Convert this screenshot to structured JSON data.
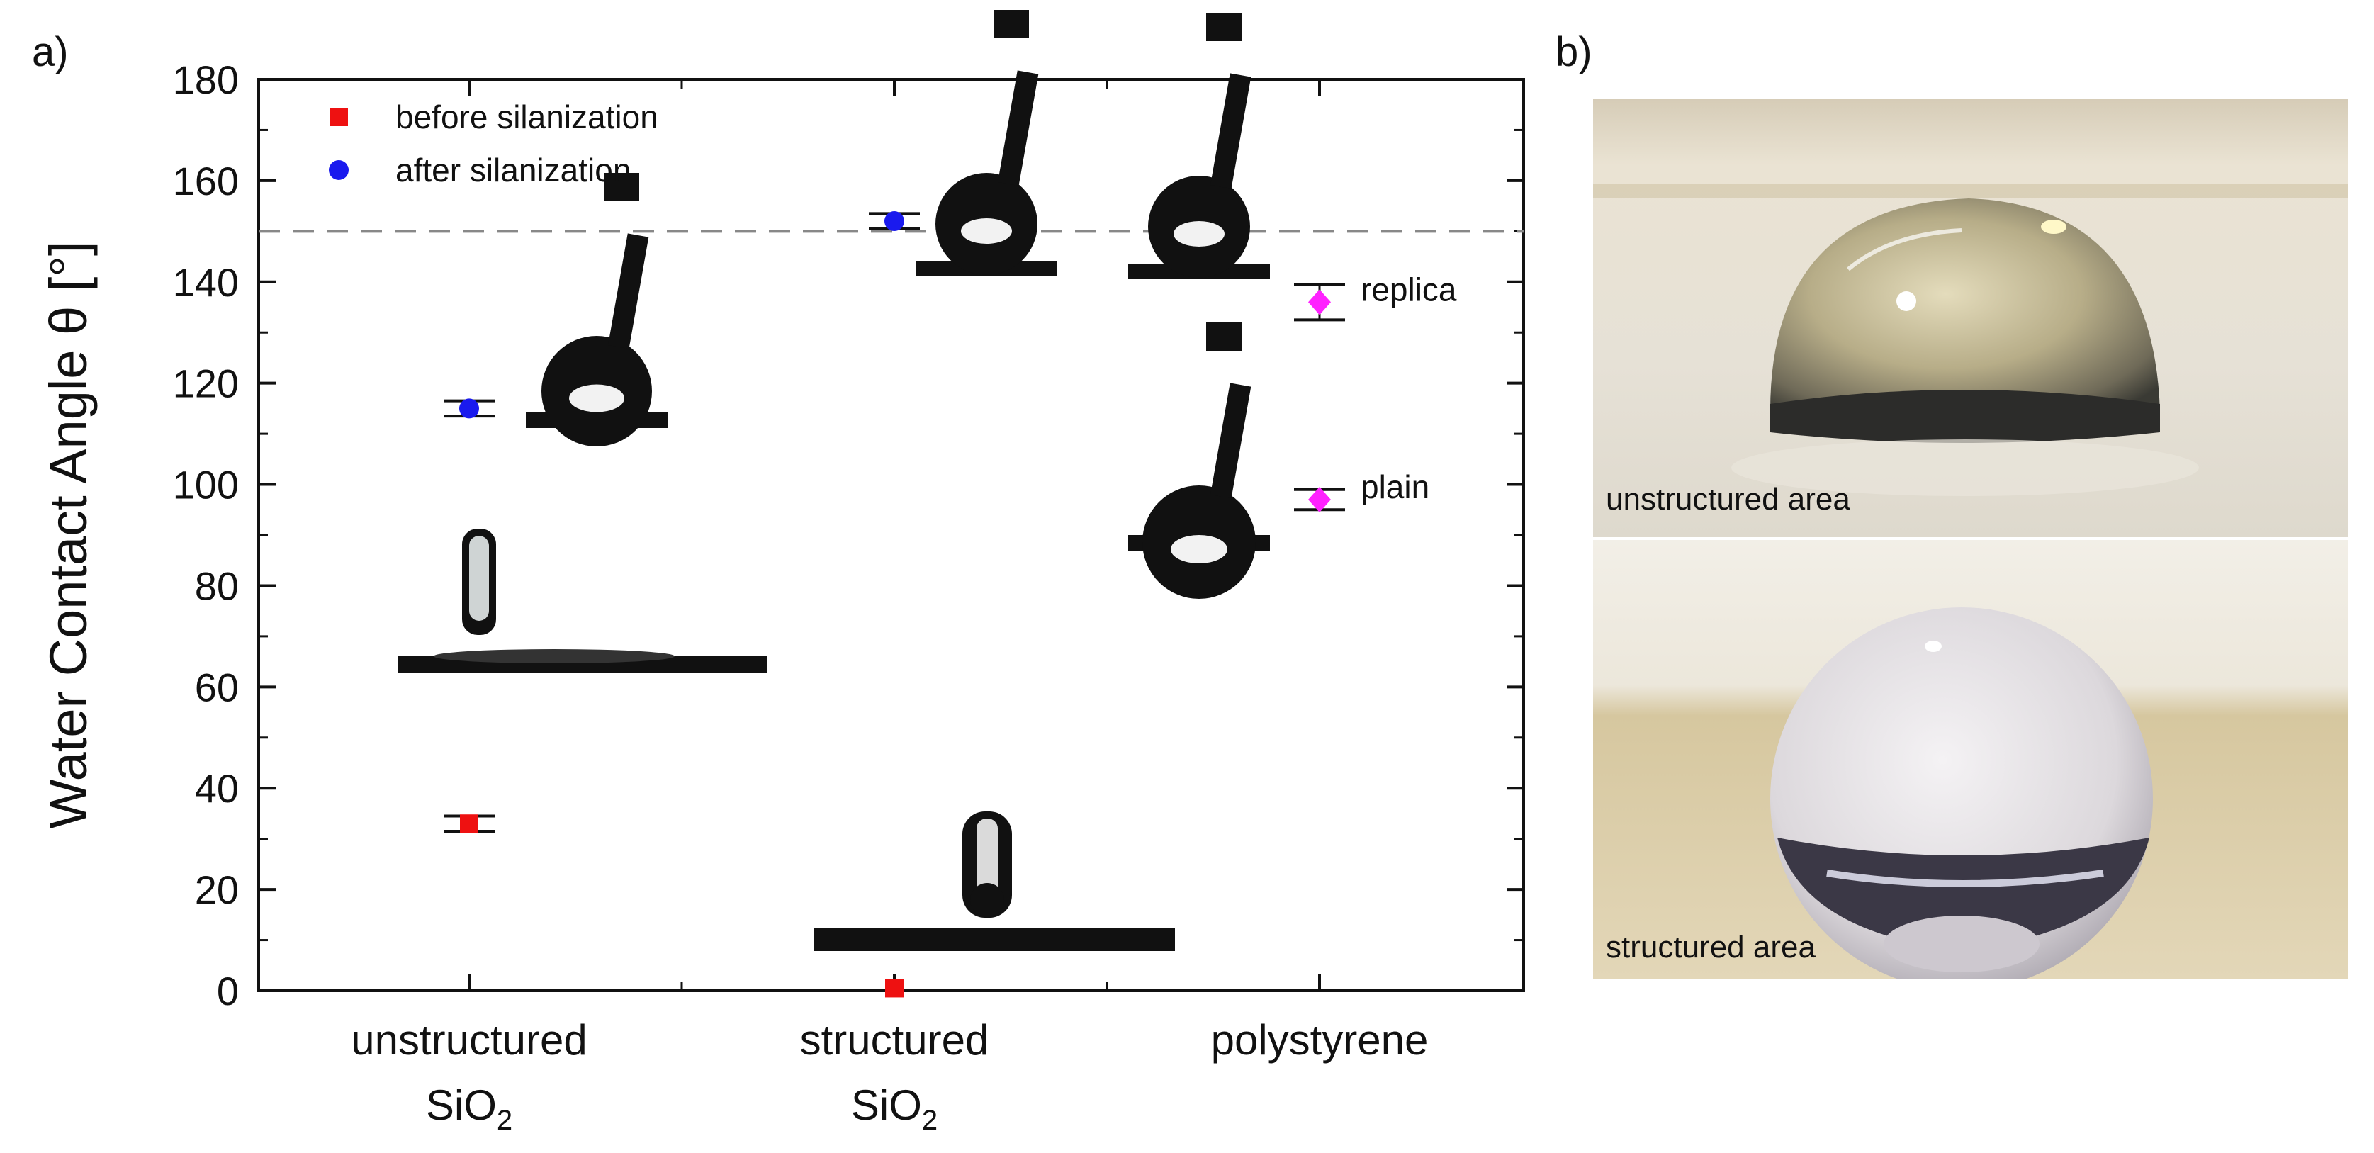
{
  "panels": {
    "a_label": "a)",
    "b_label": "b)"
  },
  "chart_data": {
    "type": "scatter",
    "ylabel": "Water Contact Angle θ [°]",
    "ylim": [
      0,
      180
    ],
    "yticks": [
      "0",
      "20",
      "40",
      "60",
      "80",
      "100",
      "120",
      "140",
      "160",
      "180"
    ],
    "categories": [
      {
        "line1": "unstructured",
        "line2": "SiO",
        "sub": "2"
      },
      {
        "line1": "structured",
        "line2": "SiO",
        "sub": "2"
      },
      {
        "line1": "polystyrene",
        "line2": "",
        "sub": ""
      }
    ],
    "reference_line": 150,
    "legend_placement": "top-left",
    "series": [
      {
        "name": "before silanization",
        "color": "#ee1111",
        "marker": "square",
        "points": [
          {
            "cat": 0,
            "y": 33,
            "err": 1.5
          },
          {
            "cat": 1,
            "y": 0.5,
            "err": 0
          }
        ]
      },
      {
        "name": "after silanization",
        "color": "#1a1aee",
        "marker": "circle",
        "points": [
          {
            "cat": 0,
            "y": 115,
            "err": 1.5
          },
          {
            "cat": 1,
            "y": 152,
            "err": 1.5
          }
        ]
      },
      {
        "name": "",
        "color": "#ff22ff",
        "marker": "diamond",
        "points": [
          {
            "cat": 2,
            "y": 136,
            "err": 3.5,
            "label": "replica"
          },
          {
            "cat": 2,
            "y": 97,
            "err": 2,
            "label": "plain"
          }
        ]
      }
    ]
  },
  "photos": {
    "top_caption": "unstructured area",
    "bottom_caption": "structured area"
  },
  "colors": {
    "axis": "#111111",
    "reference_line": "#888888",
    "photo_background": "#e7e2d5"
  }
}
